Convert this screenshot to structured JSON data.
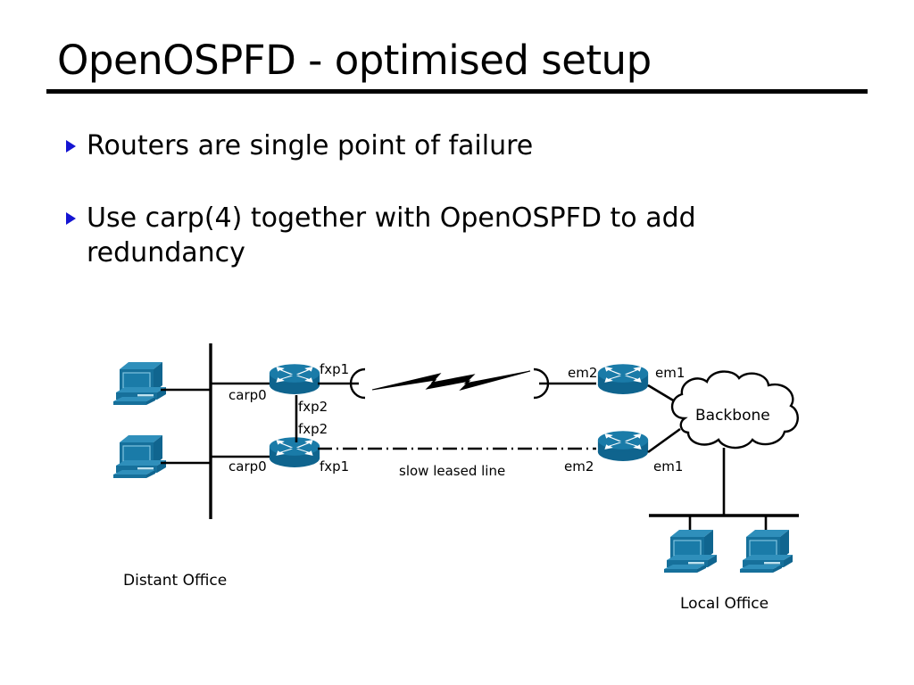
{
  "slide": {
    "title": "OpenOSPFD - optimised setup",
    "bullets": [
      {
        "text": "Routers are single point of failure",
        "marker": "triangle-right-bullet"
      },
      {
        "text": "Use carp(4) together with OpenOSPFD to add redundancy",
        "marker": "triangle-right-bullet"
      }
    ],
    "bullet_color": "#1414d2"
  },
  "diagram": {
    "device_color": "#16709b",
    "device_color_light": "#2f8fbb",
    "line_color": "#000000",
    "zones": {
      "distant_office": "Distant Office",
      "local_office": "Local Office"
    },
    "cloud": {
      "label": "Backbone"
    },
    "link_label": "slow leased line",
    "interfaces": {
      "top_router_lan": "carp0",
      "top_router_wan": "fxp1",
      "top_router_sync": "fxp2",
      "bottom_router_sync": "fxp2",
      "bottom_router_lan": "carp0",
      "bottom_router_wan": "fxp1",
      "remote_top_wan": "em2",
      "remote_top_backbone": "em1",
      "remote_bottom_wan": "em2",
      "remote_bottom_backbone": "em1"
    },
    "nodes": [
      {
        "name": "distant-workstation-1",
        "type": "workstation"
      },
      {
        "name": "distant-workstation-2",
        "type": "workstation"
      },
      {
        "name": "distant-router-top",
        "type": "router"
      },
      {
        "name": "distant-router-bottom",
        "type": "router"
      },
      {
        "name": "local-router-top",
        "type": "router"
      },
      {
        "name": "local-router-bottom",
        "type": "router"
      },
      {
        "name": "backbone-cloud",
        "type": "cloud"
      },
      {
        "name": "local-workstation-1",
        "type": "workstation"
      },
      {
        "name": "local-workstation-2",
        "type": "workstation"
      }
    ]
  }
}
